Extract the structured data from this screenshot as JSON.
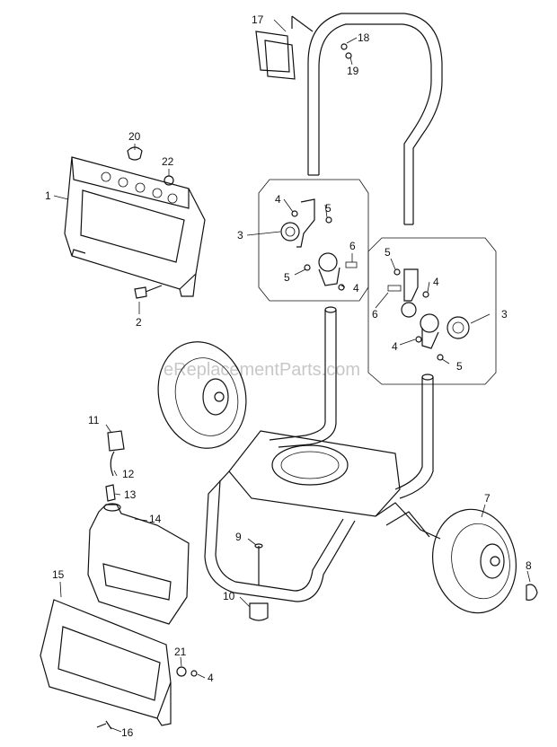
{
  "watermark": "eReplacementParts.com",
  "callouts": {
    "c1": "1",
    "c2": "2",
    "c3a": "3",
    "c3b": "3",
    "c4a": "4",
    "c4b": "4",
    "c4c": "4",
    "c4d": "4",
    "c4e": "4",
    "c5a": "5",
    "c5b": "5",
    "c5c": "5",
    "c5d": "5",
    "c6a": "6",
    "c6b": "6",
    "c7": "7",
    "c8": "8",
    "c9": "9",
    "c10": "10",
    "c11": "11",
    "c12": "12",
    "c13": "13",
    "c14": "14",
    "c15": "15",
    "c16": "16",
    "c17": "17",
    "c18": "18",
    "c19": "19",
    "c20": "20",
    "c21": "21",
    "c22": "22"
  }
}
